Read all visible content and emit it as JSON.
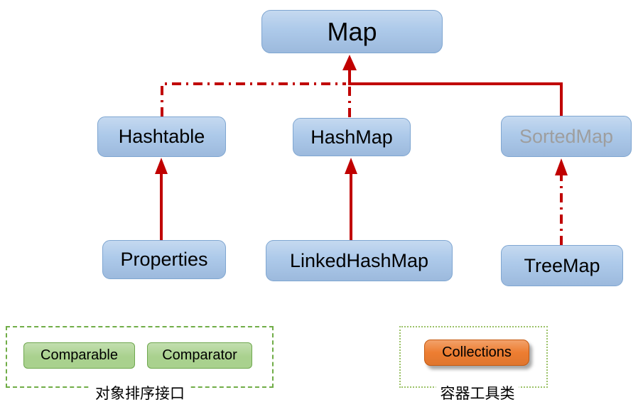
{
  "diagram": {
    "title_hint": "Java Map collection hierarchy",
    "nodes": {
      "map": {
        "label": "Map"
      },
      "hashtable": {
        "label": "Hashtable"
      },
      "hashmap": {
        "label": "HashMap"
      },
      "sortedmap": {
        "label": "SortedMap"
      },
      "properties": {
        "label": "Properties"
      },
      "linkedhashmap": {
        "label": "LinkedHashMap"
      },
      "treemap": {
        "label": "TreeMap"
      }
    },
    "edges": [
      {
        "from": "Hashtable",
        "to": "Map",
        "style": "dash-dot",
        "arrowhead_at": "Map"
      },
      {
        "from": "HashMap",
        "to": "Map",
        "style": "dash-dot",
        "arrowhead_at": "Map"
      },
      {
        "from": "SortedMap",
        "to": "Map",
        "style": "solid",
        "arrowhead_at": "Map"
      },
      {
        "from": "Properties",
        "to": "Hashtable",
        "style": "solid",
        "arrowhead_at": "Hashtable"
      },
      {
        "from": "LinkedHashMap",
        "to": "HashMap",
        "style": "solid",
        "arrowhead_at": "HashMap"
      },
      {
        "from": "TreeMap",
        "to": "SortedMap",
        "style": "dash-dot",
        "arrowhead_at": "SortedMap"
      }
    ],
    "groups": {
      "sorting": {
        "label": "对象排序接口",
        "border_style": "dashed",
        "items": [
          {
            "label": "Comparable"
          },
          {
            "label": "Comparator"
          }
        ]
      },
      "utility": {
        "label": "容器工具类",
        "border_style": "dotted",
        "items": [
          {
            "label": "Collections"
          }
        ]
      }
    }
  },
  "colors": {
    "background": "#FFFFFF",
    "arrow_red": "#C00000",
    "node_fill": "#A6C5E8",
    "node_border": "#7FA6D1",
    "node_text": "#000000",
    "sortedmap_text": "#9E9E9E",
    "green_fill": "#A9D18E",
    "green_border": "#6FA84F",
    "sorting_group_border": "#70AD47",
    "utility_group_border": "#9CC268",
    "orange_fill": "#ED7D31",
    "orange_border": "#C55A11"
  }
}
